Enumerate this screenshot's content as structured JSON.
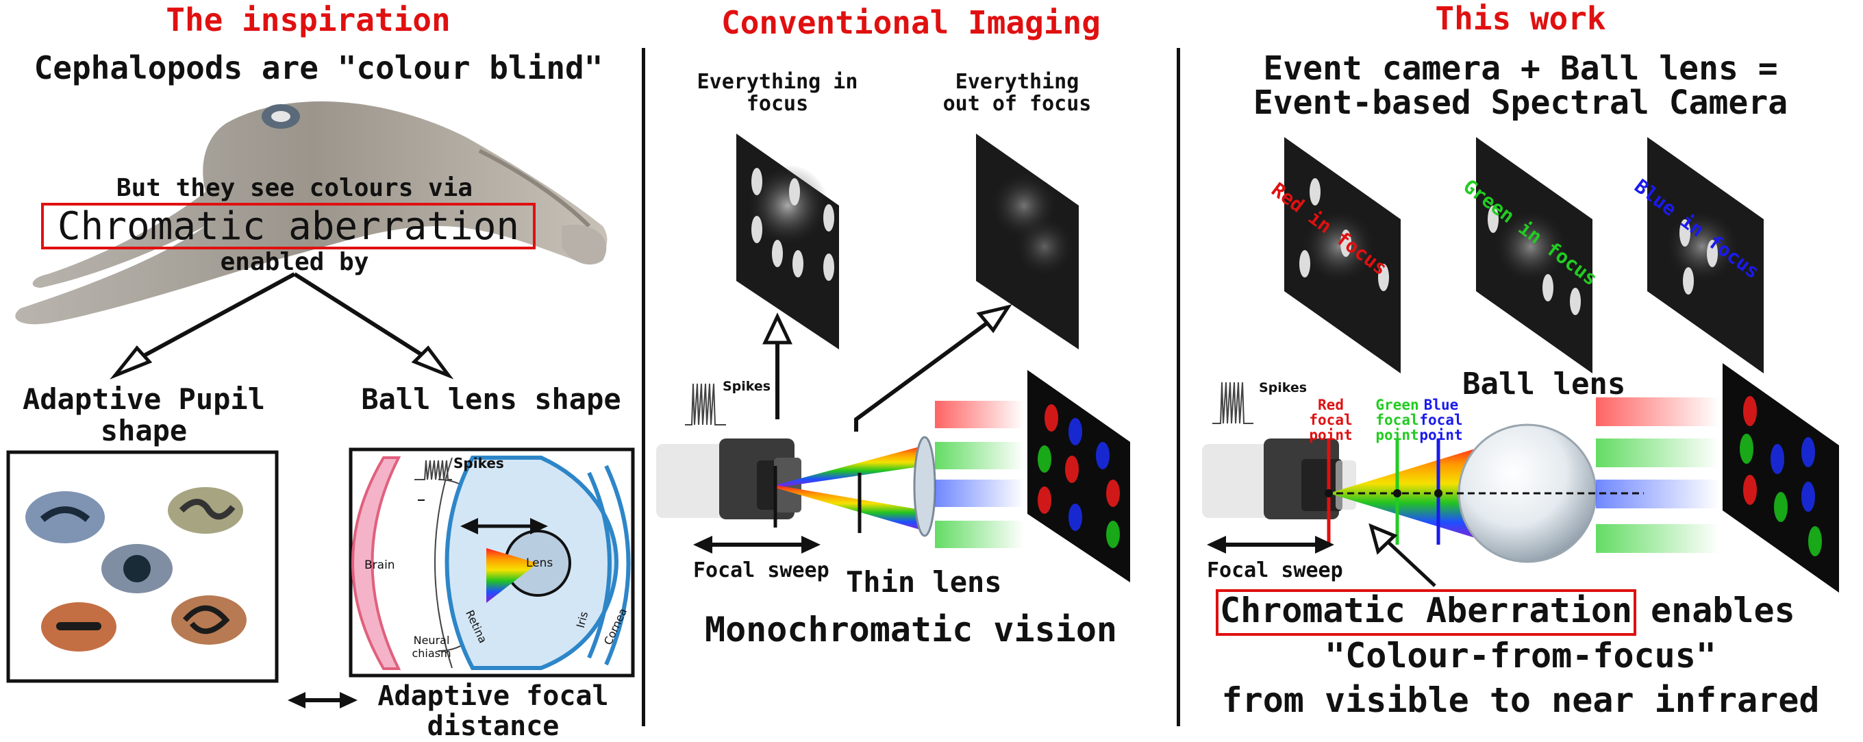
{
  "panels": {
    "left": {
      "heading": "The inspiration",
      "cephalopod_title": "Cephalopods are \"colour blind\"",
      "see_colours": "But they see colours via",
      "chromatic": "Chromatic aberration",
      "enabled_by": "enabled by",
      "pupil_label": "Adaptive Pupil shape",
      "ball_label": "Ball lens shape",
      "focal_label": "Adaptive focal distance",
      "eye": {
        "spikes": "Spikes",
        "brain": "Brain",
        "lens": "Lens",
        "iris": "Iris",
        "cornea": "Cornea",
        "retina": "Retina",
        "chiasm": "Neural chiasm"
      }
    },
    "middle": {
      "heading": "Conventional Imaging",
      "in_focus": "Everything in focus",
      "out_focus": "Everything out of focus",
      "spikes": "Spikes",
      "sweep": "Focal sweep",
      "thin_lens": "Thin lens",
      "mono": "Monochromatic vision"
    },
    "right": {
      "heading": "This work",
      "title_1": "Event camera + Ball lens =",
      "title_2": "Event-based Spectral Camera",
      "red_focus": "Red in focus",
      "green_focus": "Green in focus",
      "blue_focus": "Blue in focus",
      "spikes": "Spikes",
      "ball_lens": "Ball lens",
      "red_point": "Red focal point",
      "green_point": "Green focal point",
      "blue_point": "Blue focal point",
      "sweep": "Focal sweep",
      "chromatic": "Chromatic Aberration",
      "enables": "enables",
      "colour_from_focus": "\"Colour-from-focus\"",
      "range": "from visible to near infrared"
    }
  },
  "colors": {
    "heading_red": "#e01010",
    "focal_red": "#e01010",
    "focal_green": "#22cc22",
    "focal_blue": "#1a1aee",
    "eye_blue": "#2d86c8",
    "brain_pink": "#f4b3c8"
  }
}
